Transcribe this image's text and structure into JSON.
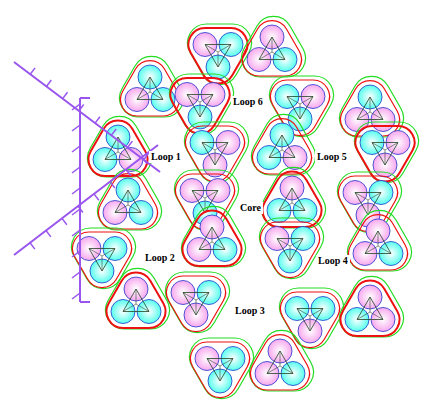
{
  "diagram": {
    "labels": [
      "Loop 6",
      "Loop 1",
      "Loop 5",
      "Core",
      "Loop 2",
      "Loop 4",
      "Loop 3"
    ]
  }
}
